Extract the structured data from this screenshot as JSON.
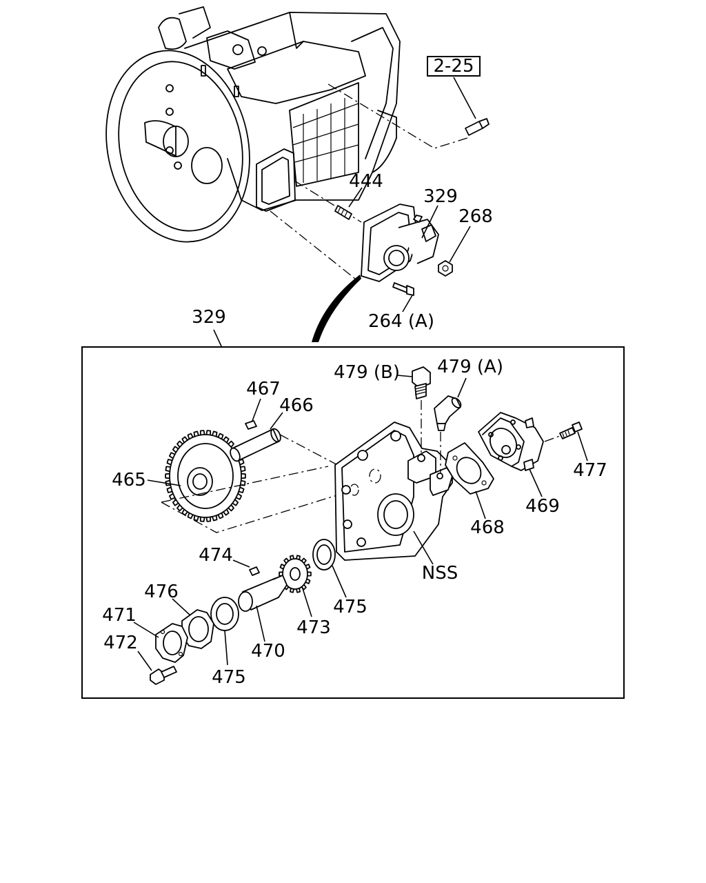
{
  "page_ref": "2-25",
  "callouts": {
    "c444": "444",
    "c329_top": "329",
    "c268": "268",
    "c264a": "264 (A)",
    "c329_detail": "329",
    "c479b": "479 (B)",
    "c479a": "479 (A)",
    "c467": "467",
    "c466": "466",
    "c465": "465",
    "c477": "477",
    "c469": "469",
    "c468": "468",
    "cNSS": "NSS",
    "c474": "474",
    "c476": "476",
    "c471": "471",
    "c472": "472",
    "c475a": "475",
    "c475b": "475",
    "c473": "473",
    "c470": "470"
  }
}
